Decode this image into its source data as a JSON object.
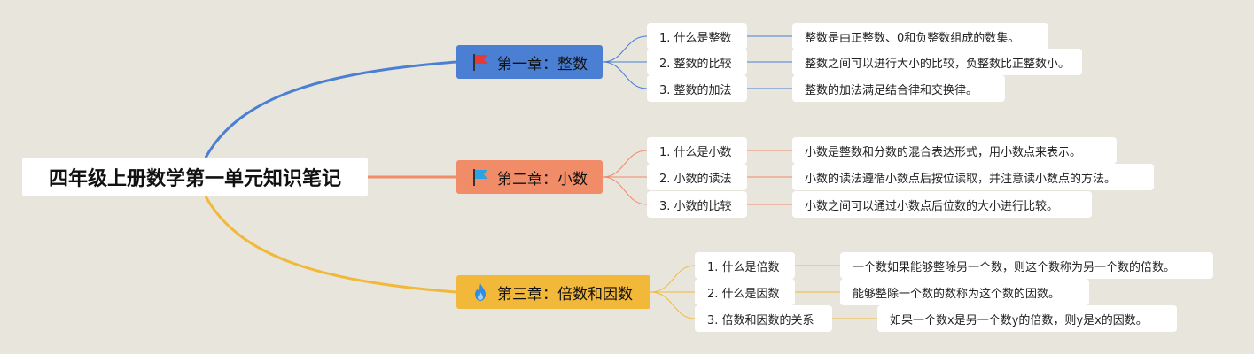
{
  "root": {
    "title": "四年级上册数学第一单元知识笔记"
  },
  "colors": {
    "background": "#e8e5dc",
    "chapter1": "#4a7fd4",
    "chapter2": "#f08c68",
    "chapter3": "#f2b83a",
    "flag1": "#e53935",
    "flag2": "#2aa3e6",
    "flame": "#2f8de4"
  },
  "chapters": [
    {
      "title": "第一章：整数",
      "icon": "red-flag-icon",
      "items": [
        {
          "label": "1. 什么是整数",
          "desc": "整数是由正整数、0和负整数组成的数集。"
        },
        {
          "label": "2. 整数的比较",
          "desc": "整数之间可以进行大小的比较，负整数比正整数小。"
        },
        {
          "label": "3. 整数的加法",
          "desc": "整数的加法满足结合律和交换律。"
        }
      ]
    },
    {
      "title": "第二章：小数",
      "icon": "blue-flag-icon",
      "items": [
        {
          "label": "1. 什么是小数",
          "desc": "小数是整数和分数的混合表达形式，用小数点来表示。"
        },
        {
          "label": "2. 小数的读法",
          "desc": "小数的读法遵循小数点后按位读取，并注意读小数点的方法。"
        },
        {
          "label": "3. 小数的比较",
          "desc": "小数之间可以通过小数点后位数的大小进行比较。"
        }
      ]
    },
    {
      "title": "第三章：倍数和因数",
      "icon": "flame-icon",
      "items": [
        {
          "label": "1. 什么是倍数",
          "desc": "一个数如果能够整除另一个数，则这个数称为另一个数的倍数。"
        },
        {
          "label": "2. 什么是因数",
          "desc": "能够整除一个数的数称为这个数的因数。"
        },
        {
          "label": "3. 倍数和因数的关系",
          "desc": "如果一个数x是另一个数y的倍数，则y是x的因数。"
        }
      ]
    }
  ]
}
